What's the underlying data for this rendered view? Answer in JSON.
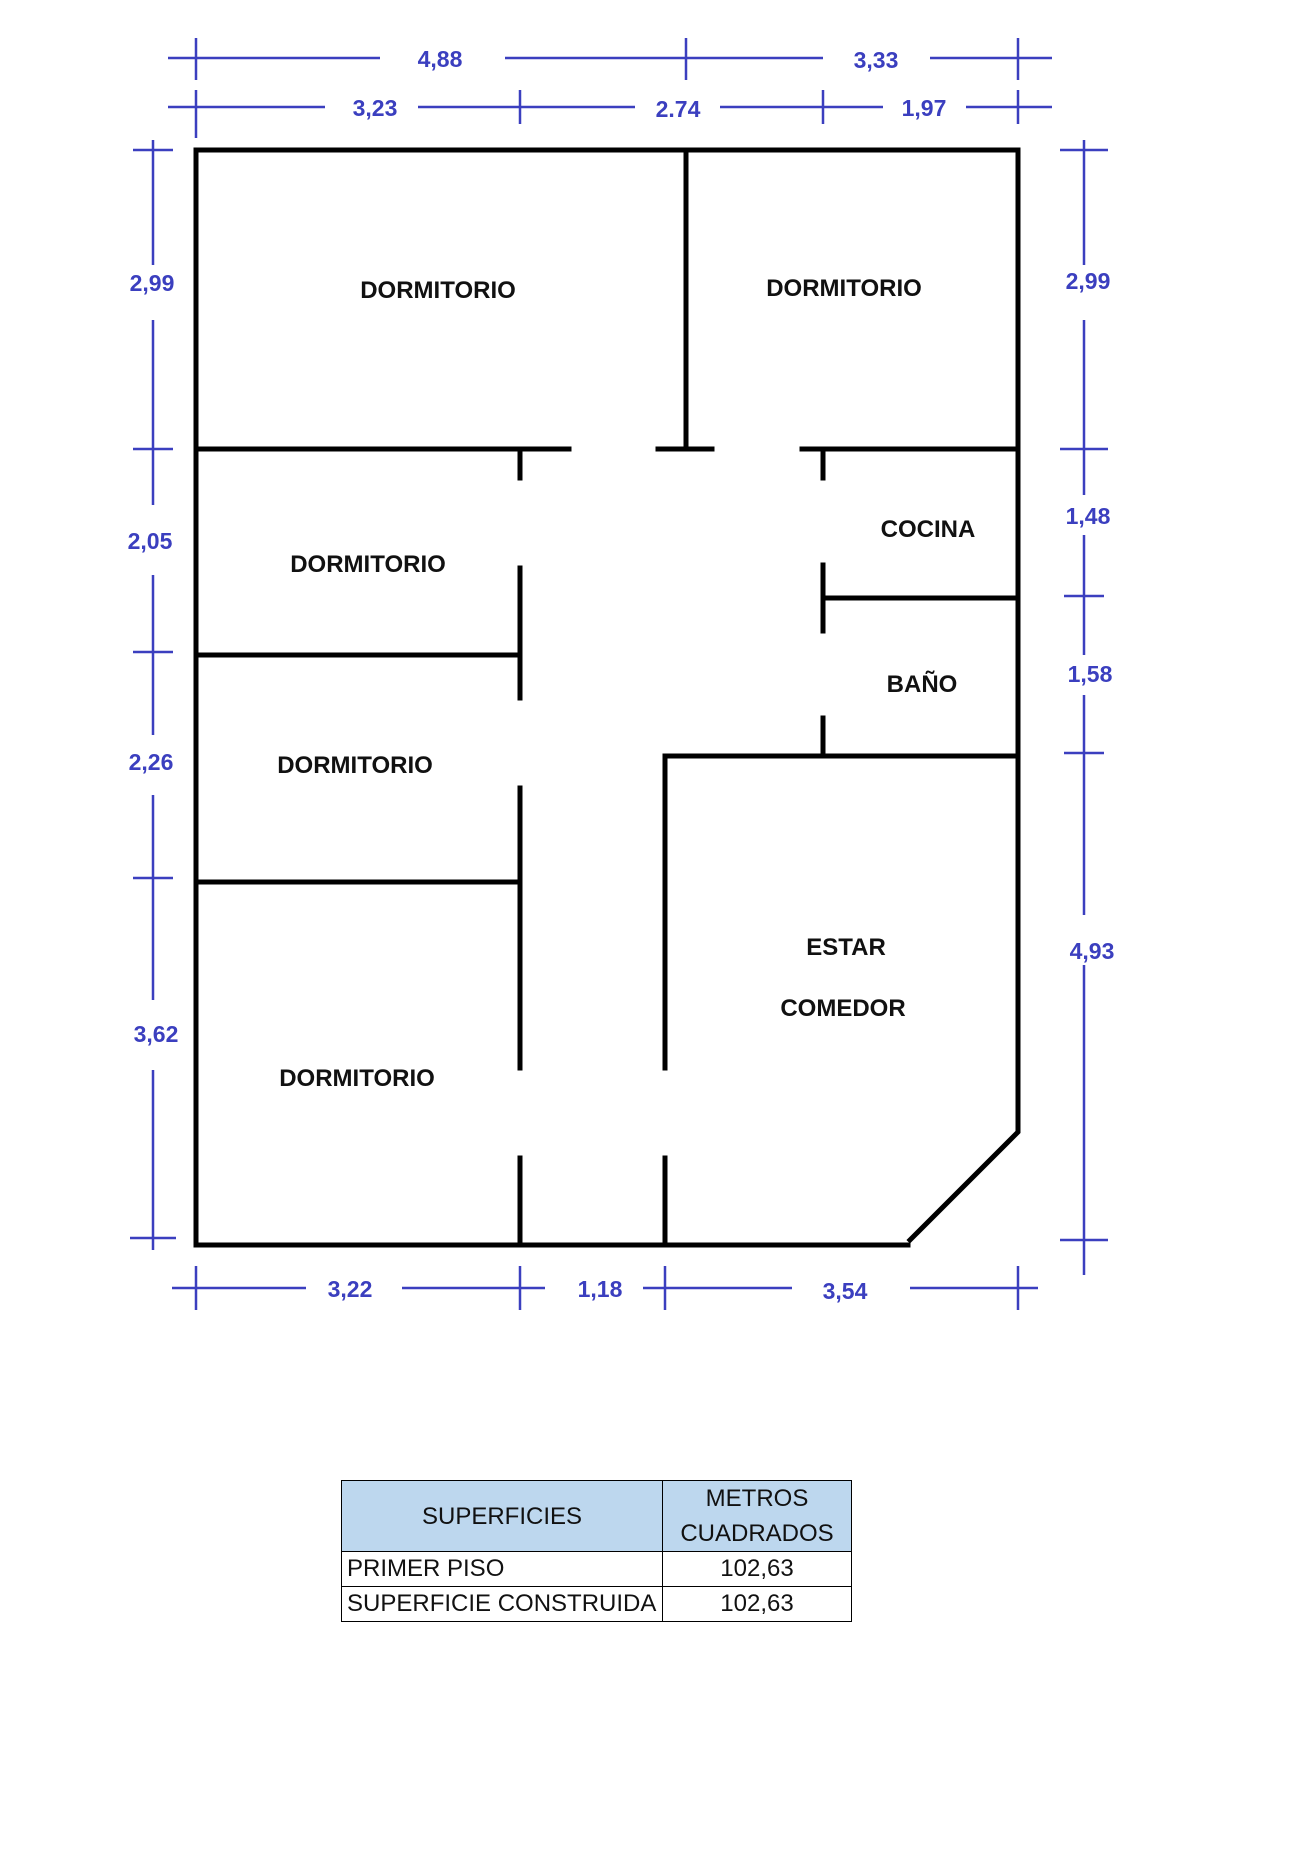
{
  "colors": {
    "wall": "#000000",
    "dimension": "#3b3fbf",
    "table_header_bg": "#bdd7ee"
  },
  "rooms": {
    "dormitorio_top_left": "DORMITORIO",
    "dormitorio_top_right": "DORMITORIO",
    "dormitorio_mid": "DORMITORIO",
    "dormitorio_lower": "DORMITORIO",
    "dormitorio_bottom": "DORMITORIO",
    "cocina": "COCINA",
    "bano": "BAÑO",
    "estar": "ESTAR",
    "comedor": "COMEDOR"
  },
  "dimensions": {
    "top_overall": [
      "4,88",
      "3,33"
    ],
    "top_segments": [
      "3,23",
      "2.74",
      "1,97"
    ],
    "left": [
      "2,99",
      "2,05",
      "2,26",
      "3,62"
    ],
    "right": [
      "2,99",
      "1,48",
      "1,58",
      "4,93"
    ],
    "bottom": [
      "3,22",
      "1,18",
      "3,54"
    ]
  },
  "table": {
    "header": [
      "SUPERFICIES",
      "METROS CUADRADOS"
    ],
    "rows": [
      [
        "PRIMER PISO",
        "102,63"
      ],
      [
        "SUPERFICIE CONSTRUIDA",
        "102,63"
      ]
    ]
  }
}
